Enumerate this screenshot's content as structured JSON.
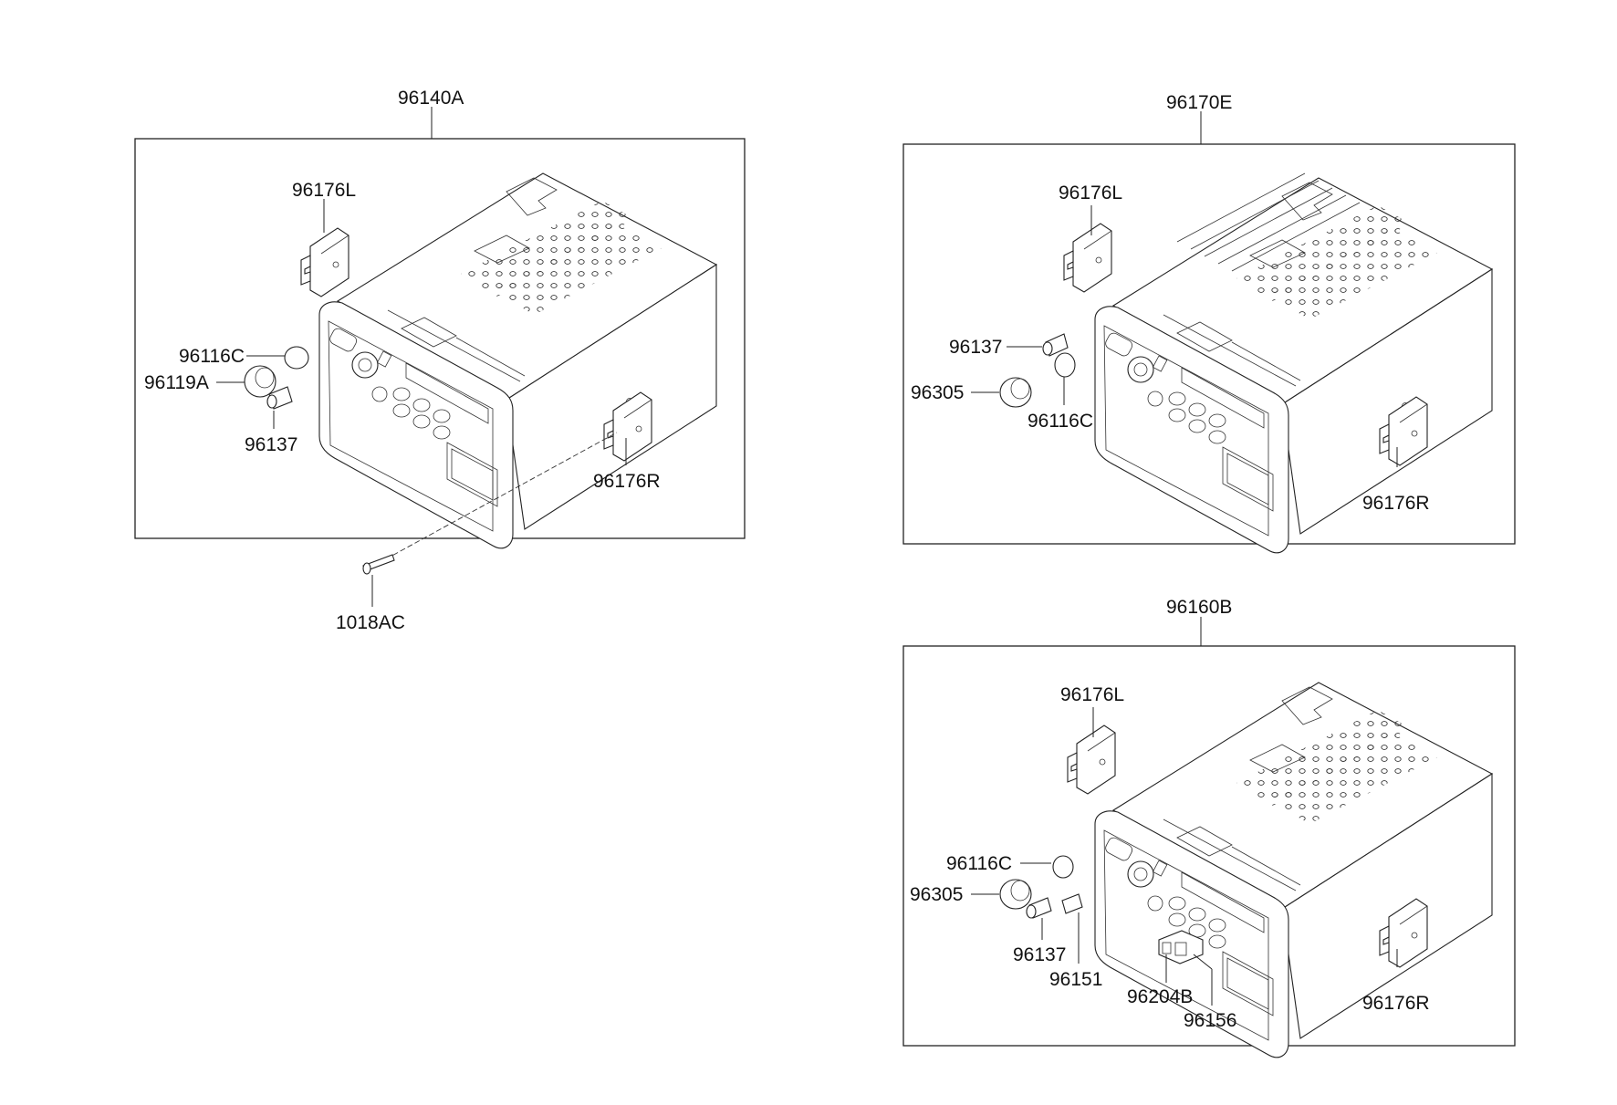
{
  "assemblies": [
    {
      "id": "96140A",
      "labels": {
        "assembly": "96140A",
        "bracket_left": "96176L",
        "bracket_right": "96176R",
        "washer": "96116C",
        "knob": "96119A",
        "cap": "96137",
        "screw": "1018AC"
      }
    },
    {
      "id": "96170E",
      "labels": {
        "assembly": "96170E",
        "bracket_left": "96176L",
        "bracket_right": "96176R",
        "cap": "96137",
        "knob": "96305",
        "washer": "96116C"
      }
    },
    {
      "id": "96160B",
      "labels": {
        "assembly": "96160B",
        "bracket_left": "96176L",
        "bracket_right": "96176R",
        "washer": "96116C",
        "knob": "96305",
        "cap": "96137",
        "button": "96151",
        "connector": "96204B",
        "connector_cover": "96156"
      }
    }
  ]
}
